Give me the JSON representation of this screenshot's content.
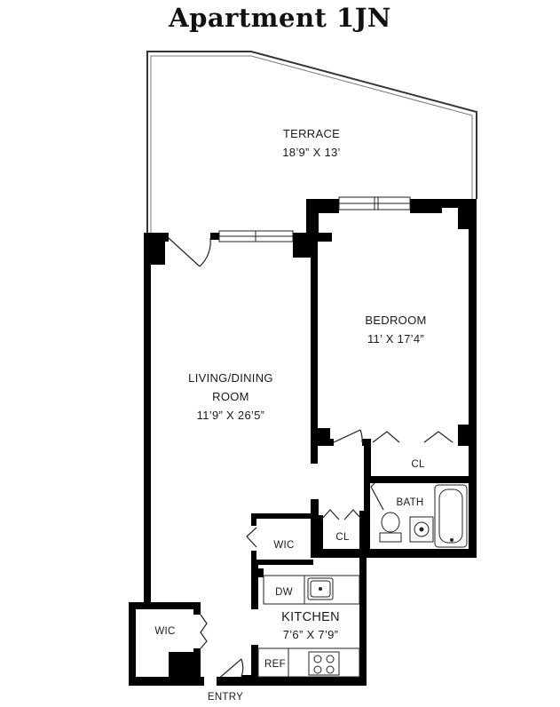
{
  "title": "Apartment 1JN",
  "rooms": {
    "terrace": {
      "name": "TERRACE",
      "dims": "18’9” X 13’"
    },
    "bedroom": {
      "name": "BEDROOM",
      "dims": "11’ X 17’4”"
    },
    "living": {
      "name_line1": "LIVING/DINING",
      "name_line2": "ROOM",
      "dims": "11’9” X 26’5”"
    },
    "kitchen": {
      "name": "KITCHEN",
      "dims": "7’6” X 7’9”"
    },
    "bath": {
      "name": "BATH"
    },
    "bedroom_closet": {
      "name": "CL"
    },
    "hall_closet": {
      "name": "CL"
    },
    "wic_upper": {
      "name": "WIC"
    },
    "wic_lower": {
      "name": "WIC"
    },
    "dishwasher": {
      "name": "DW"
    },
    "refrigerator": {
      "name": "REF"
    },
    "entry": {
      "name": "ENTRY"
    }
  }
}
